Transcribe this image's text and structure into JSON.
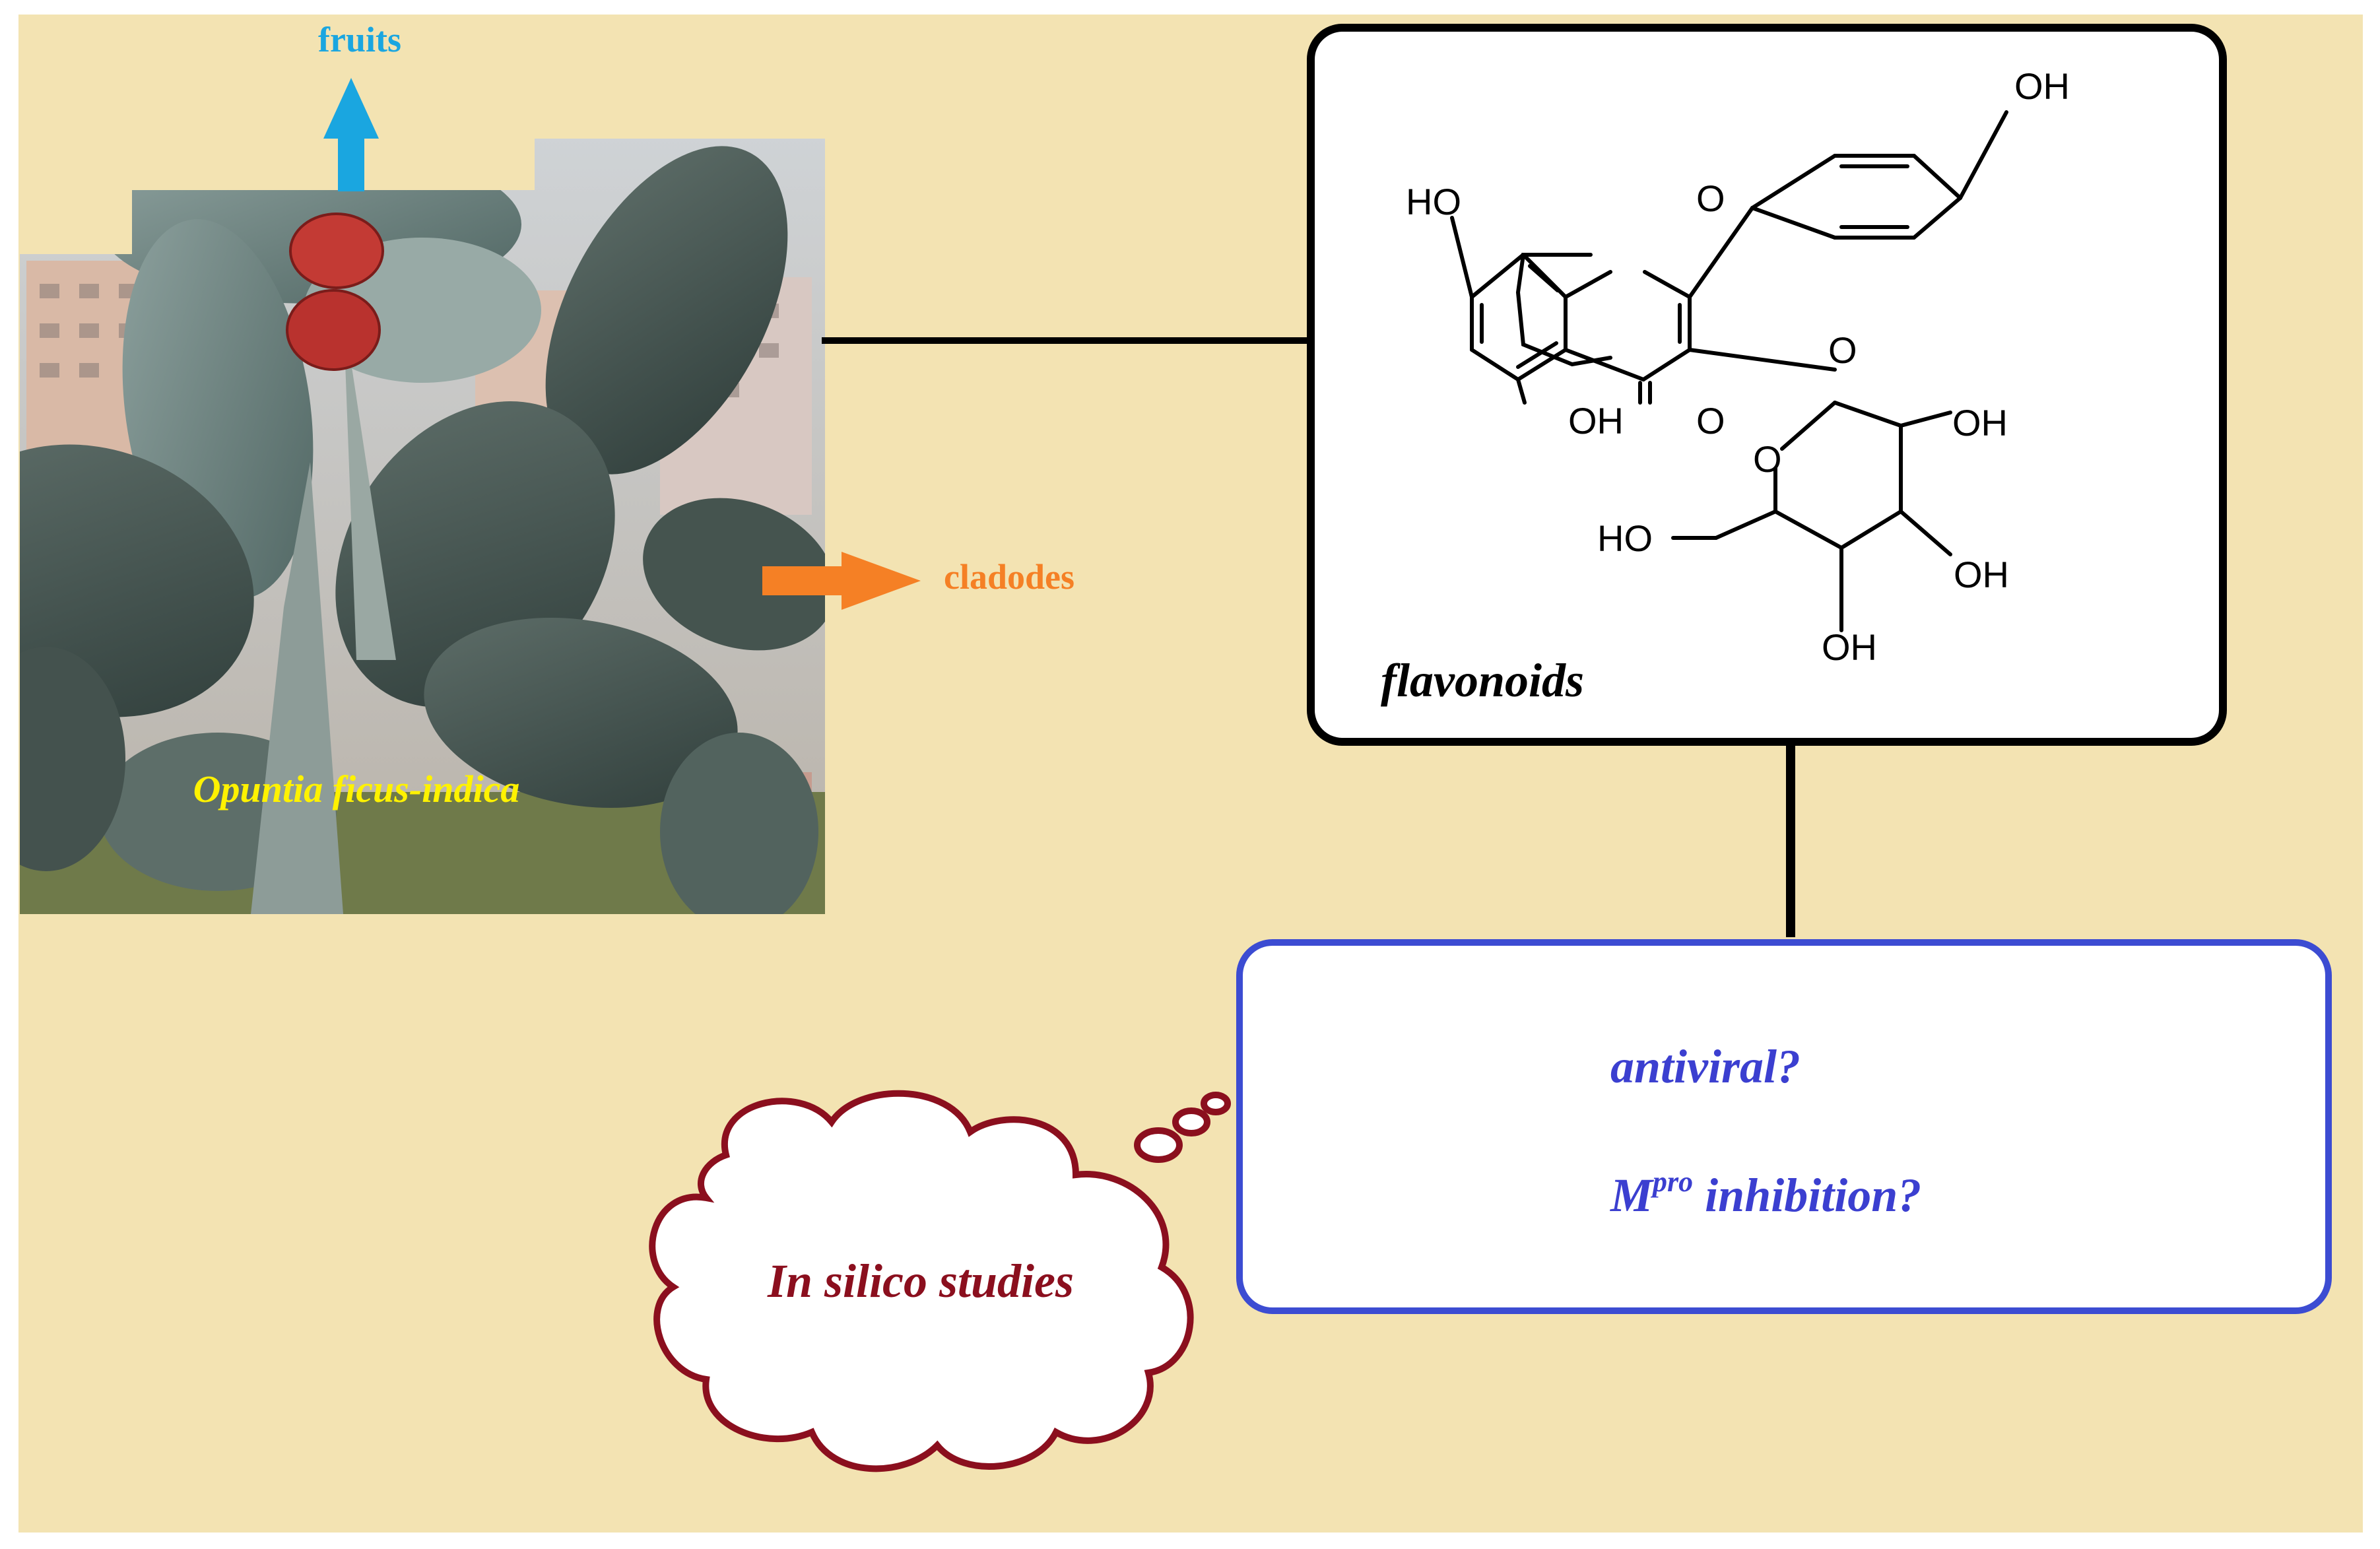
{
  "plant": {
    "species": "Opuntia ficus-indica",
    "fruits_label": "fruits",
    "cladodes_label": "cladodes"
  },
  "molecule": {
    "caption": "flavonoids",
    "atoms": {
      "ho_a_ring": "HO",
      "o_ring": "O",
      "oh_b_ring": "OH",
      "oh_c5": "OH",
      "o_carbonyl": "O",
      "o_glycosidic": "O",
      "o_sugar_ring": "O",
      "oh_sugar_2": "OH",
      "ho_ch2": "HO",
      "oh_sugar_3": "OH",
      "oh_sugar_4": "OH"
    }
  },
  "question": {
    "line1": "antiviral?",
    "line2_base": "M",
    "line2_sup": "pro",
    "line2_rest": " inhibition?"
  },
  "thought": {
    "text": "In silico studies"
  },
  "colors": {
    "background": "#f3e3b2",
    "fruits": "#1aa6e0",
    "cladodes": "#f58025",
    "species": "#fff200",
    "question": "#3b3fd0",
    "question_border": "#3c4cd2",
    "thought": "#8b0f1e"
  }
}
